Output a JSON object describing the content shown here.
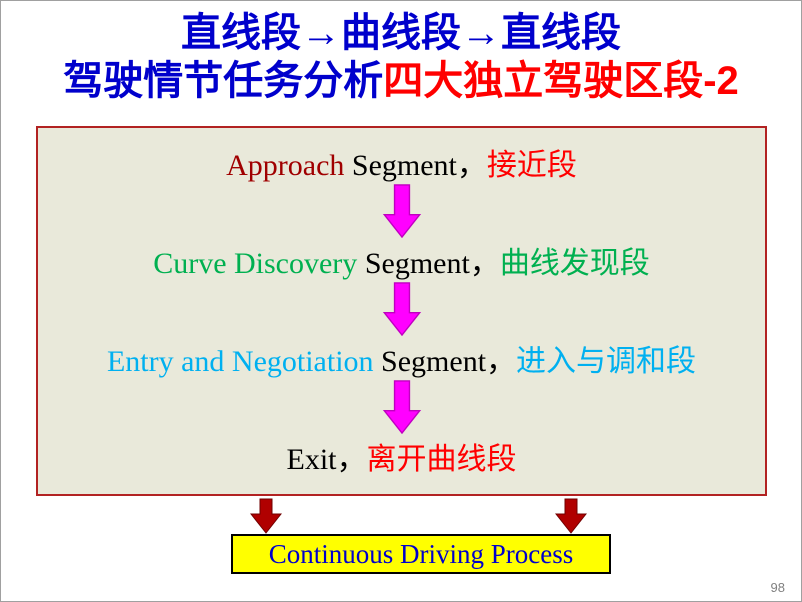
{
  "title": {
    "line1": "直线段→曲线段→直线段",
    "line2_blue": "驾驶情节任务分析",
    "line2_red": "四大独立驾驶区段-2"
  },
  "flow": {
    "rows": [
      {
        "en": "Approach ",
        "mid": "Segment，",
        "zh": "接近段"
      },
      {
        "en": "Curve Discovery ",
        "mid": "Segment，",
        "zh": "曲线发现段"
      },
      {
        "en": "Entry and Negotiation ",
        "mid": "Segment，",
        "zh": "进入与调和段"
      },
      {
        "en": "",
        "mid": "Exit，",
        "zh": "离开曲线段"
      }
    ]
  },
  "banner": {
    "label": "Continuous Driving Process"
  },
  "page_number": "98",
  "icons": {
    "flow_arrows": "down-arrow-icon",
    "bottom_arrows": "down-arrow-icon"
  },
  "colors": {
    "title-blue": "#0000cc",
    "title-red": "#ff0000",
    "box-bg": "#e9e9da",
    "box-border": "#b22222",
    "approach-red": "#a00000",
    "zh-red": "#ff0000",
    "green": "#00b050",
    "cyan": "#00b0f0",
    "text-black": "#000000",
    "arrow-magenta": "#ff00ff",
    "arrow-magenta-edge": "#c000c0",
    "arrow-darkred": "#b00000",
    "arrow-darkred-edge": "#700000",
    "banner-bg": "#ffff00",
    "banner-border": "#000000",
    "banner-text": "#0000cc",
    "page-number-gray": "#808080"
  }
}
